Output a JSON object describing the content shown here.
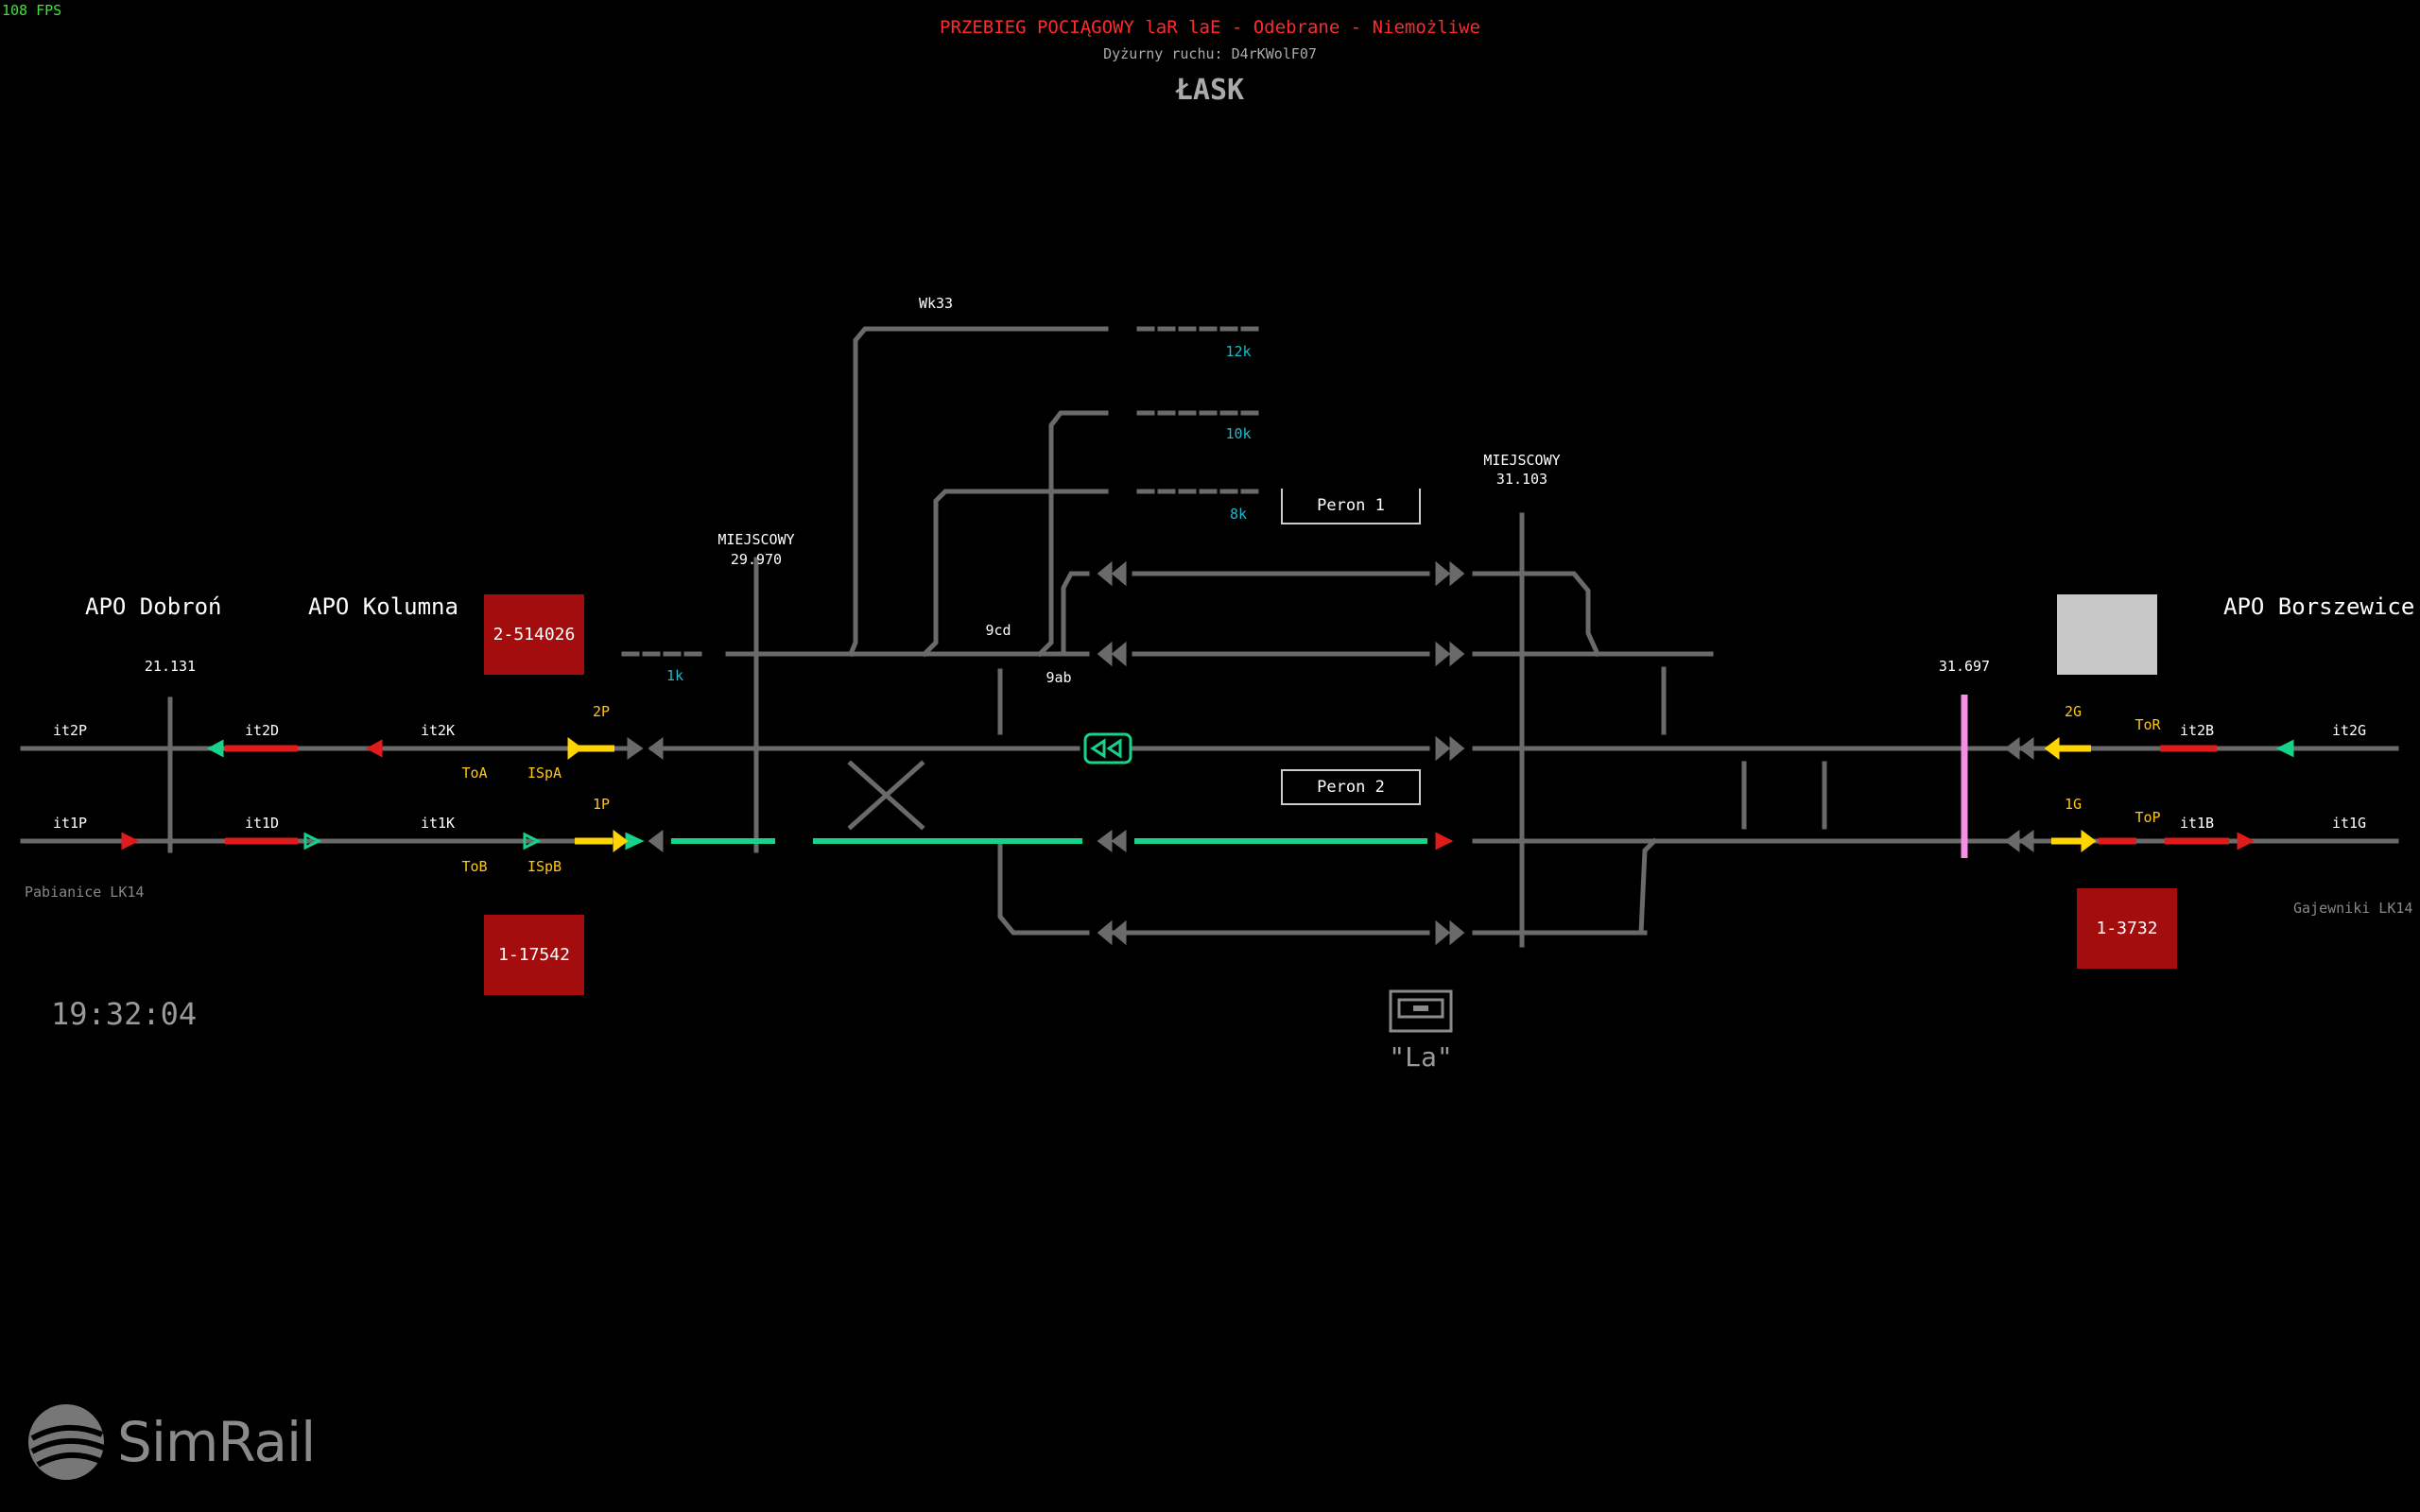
{
  "fps": "108 FPS",
  "header": {
    "title": "PRZEBIEG POCIĄGOWY laR laE - Odebrane - Niemożliwe",
    "dispatcher": "Dyżurny ruchu: D4rKWolF07",
    "station": "ŁASK"
  },
  "apo": {
    "dobron": "APO Dobroń",
    "kolumna": "APO Kolumna",
    "borszewice": "APO Borszewice"
  },
  "clock": "19:32:04",
  "directions": {
    "left": "Pabianice LK14",
    "right": "Gajewniki LK14"
  },
  "trains": {
    "t1": "2-514026",
    "t2": "1-17542",
    "t3": "1-3732"
  },
  "platforms": {
    "p1": "Peron 1",
    "p2": "Peron 2"
  },
  "la_label": "\"La\"",
  "logo_text": "SimRail",
  "colors": {
    "track": "#6a6a6a",
    "route": "#17d38a",
    "red": "#e01b1b",
    "yellow": "#ffd400",
    "cyan": "#1fb9c9",
    "label_yellow": "#ffc61a",
    "pink": "#f58fe6"
  },
  "labels": {
    "km1": "21.131",
    "km2": "31.697",
    "m1": "MIEJSCOWY",
    "m1v": "29.970",
    "m2": "MIEJSCOWY",
    "m2v": "31.103",
    "it2P": "it2P",
    "it1P": "it1P",
    "it2D": "it2D",
    "it1D": "it1D",
    "it2K": "it2K",
    "it1K": "it1K",
    "it2B": "it2B",
    "it1B": "it1B",
    "it2G": "it2G",
    "it1G": "it1G",
    "s2P": "2P",
    "s1P": "1P",
    "s2G": "2G",
    "s1G": "1G",
    "ToA": "ToA",
    "ToB": "ToB",
    "ISpA": "ISpA",
    "ISpB": "ISpB",
    "ToR": "ToR",
    "ToP": "ToP",
    "wk33": "Wk33",
    "k12": "12k",
    "k10": "10k",
    "k8": "8k",
    "k1": "1k",
    "cd9": "9cd",
    "ab9": "9ab"
  }
}
